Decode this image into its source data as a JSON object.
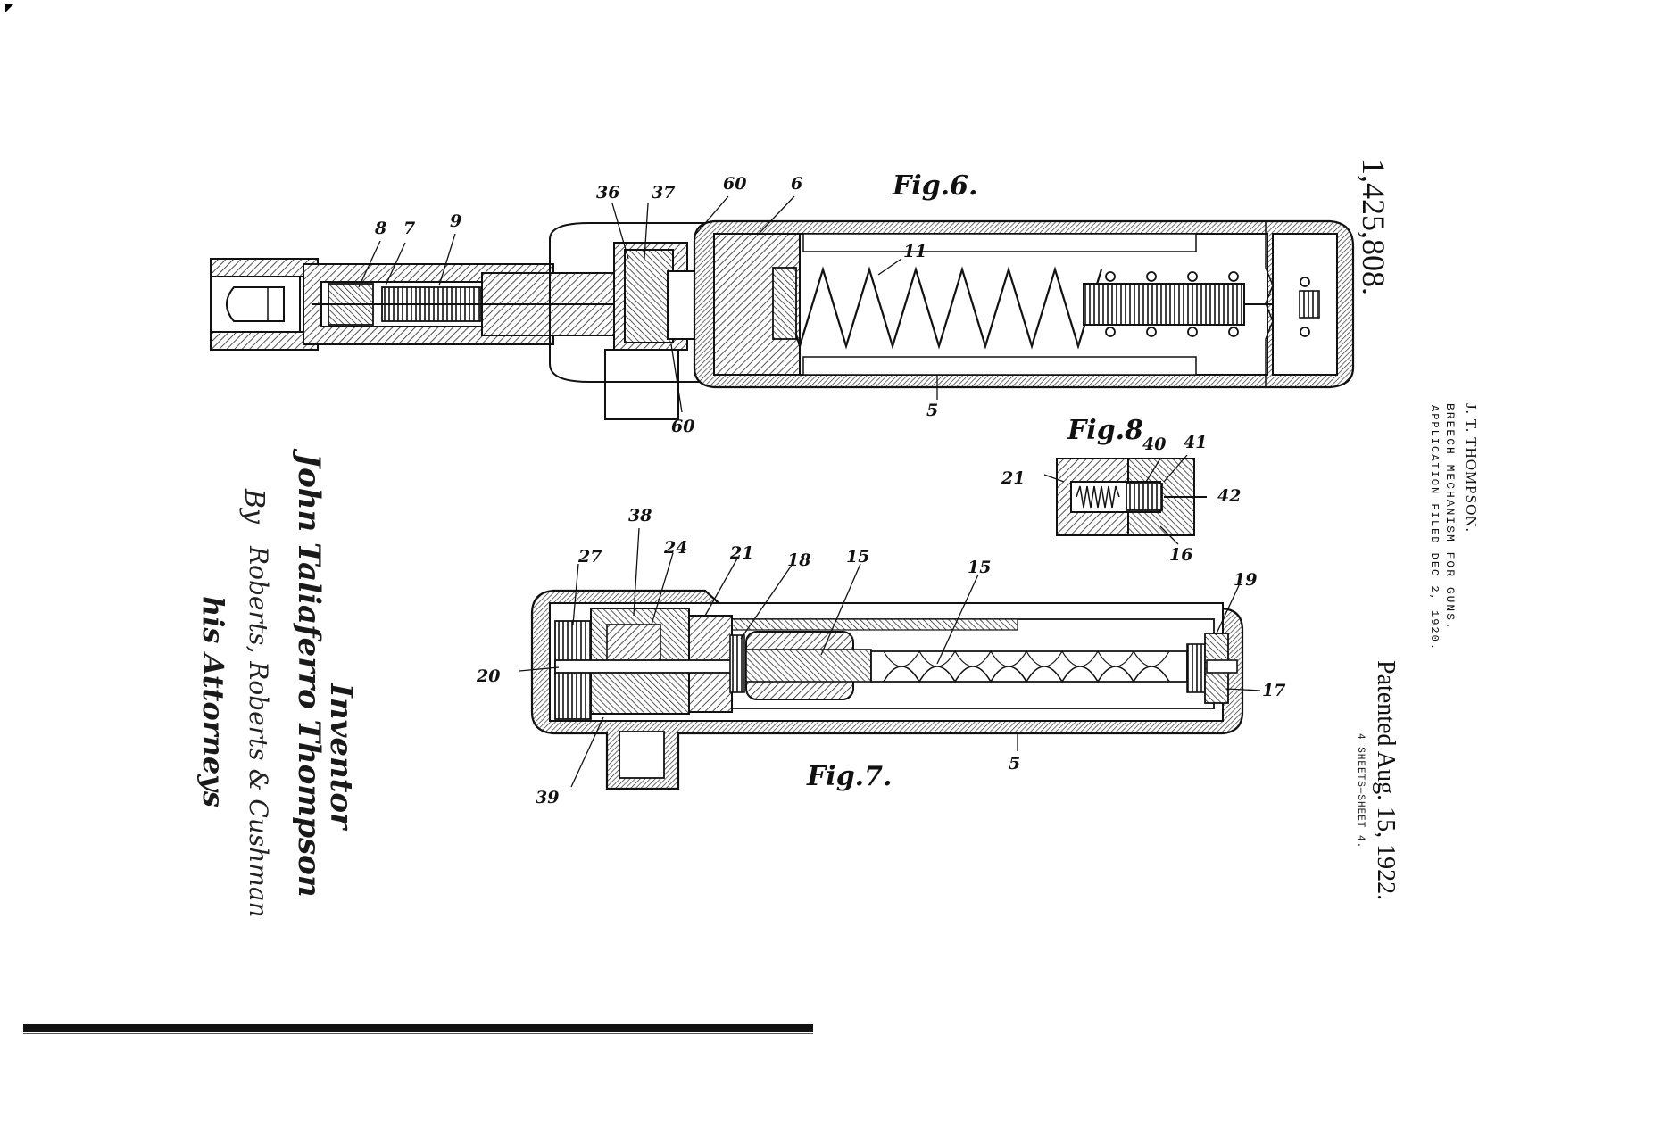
{
  "patent": {
    "number": "1,425,808.",
    "inventor_name": "J. T. THOMPSON.",
    "title": "BREECH MECHANISM FOR GUNS.",
    "application_filed": "APPLICATION FILED DEC 2, 1920.",
    "patented": "Patented Aug. 15, 1922.",
    "sheets": "4 SHEETS—SHEET 4."
  },
  "signature": {
    "inventor_label": "Inventor",
    "inventor_name": "John Taliaferro Thompson",
    "by": "By",
    "attorneys_signature": "Roberts, Roberts & Cushman",
    "attorneys_label": "his Attorneys"
  },
  "figures": {
    "fig6": {
      "label": "Fig.6.",
      "refs": [
        "8",
        "7",
        "9",
        "36",
        "37",
        "60",
        "6",
        "11",
        "5",
        "60"
      ]
    },
    "fig7": {
      "label": "Fig.7.",
      "refs": [
        "38",
        "27",
        "24",
        "21",
        "18",
        "15",
        "15",
        "19",
        "20",
        "17",
        "39",
        "5"
      ]
    },
    "fig8": {
      "label": "Fig.8",
      "refs": [
        "40",
        "41",
        "21",
        "42",
        "16"
      ]
    }
  }
}
